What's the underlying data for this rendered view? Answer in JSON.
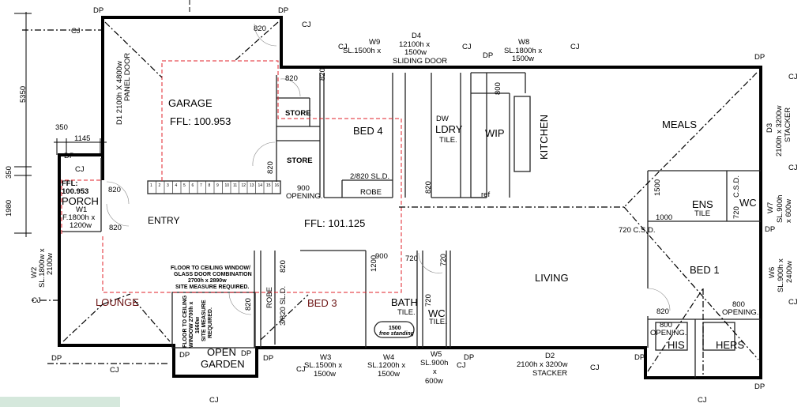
{
  "markers": {
    "dp": "DP",
    "cj": "CJ"
  },
  "dims": {
    "d5350": "5350",
    "d350a": "350",
    "d1145": "1145",
    "d350b": "350",
    "d1980": "1980"
  },
  "rooms": {
    "garage": "GARAGE",
    "garage_ffl": "FFL:  100.953",
    "store1": "STORE",
    "store2": "STORE",
    "bed4": "BED  4",
    "bed4_door": "2/820  SL.D.",
    "bed4_robe": "ROBE",
    "opening900": "900",
    "opening900_label": "OPENING.",
    "ldry": "LDRY",
    "tile": "TILE.",
    "wip": "WIP",
    "dw": "DW",
    "ref": "ref",
    "kitchen": "KITCHEN",
    "meals": "MEALS",
    "ens": "ENS",
    "ens_tile": "TILE",
    "wc": "WC",
    "ens_1500": "1500",
    "ens_1000": "1000",
    "csd720": "720  C.S.D.",
    "csd": "C.S.D.",
    "csd720b": "720",
    "entry": "ENTRY",
    "main_ffl": "FFL:  101.125",
    "porch": "PORCH",
    "porch_ffl_1": "FFL:",
    "porch_ffl_2": "100.953",
    "lounge": "LOUNGE",
    "open": "OPEN",
    "garden": "GARDEN",
    "bed3": "BED  3",
    "robe3": "ROBE",
    "bed3_door": "3/820  SL.D.",
    "bath": "BATH",
    "bath_tile": "TILE.",
    "wc2": "WC",
    "wc2_tile": "TILE.",
    "tub": "1500",
    "tub2": "free standing",
    "shower900": "900",
    "shower1200": "1200",
    "living": "LIVING",
    "bed1": "BED  1",
    "his": "HIS",
    "hers": "HERS",
    "op800a": "800",
    "op800a_l": "OPENING.",
    "op800b": "800",
    "op800b_l": "OPENING.",
    "door820": "820",
    "door720": "720",
    "door800": "800"
  },
  "openings": {
    "w9": [
      "W9",
      "SL.1500h  x"
    ],
    "d4": [
      "D4",
      "12100h  x",
      "1500w",
      "SLIDING  DOOR"
    ],
    "w8": [
      "W8",
      "SL.1800h  x",
      "1500w"
    ],
    "d3": [
      "D3",
      "2100h  x  3200w",
      "STACKER"
    ],
    "w7": [
      "W7",
      "SL.900h",
      "x  600w"
    ],
    "w6": [
      "W6",
      "SL.900h  x",
      "2400w"
    ],
    "d2": [
      "D2",
      "2100h  x  3200w",
      "STACKER"
    ],
    "w5": [
      "W5",
      "SL.900h",
      "x",
      "600w"
    ],
    "w4": [
      "W4",
      "SL.1200h  x",
      "1500w"
    ],
    "w3": [
      "W3",
      "SL.1500h  x",
      "1500w"
    ],
    "w2": [
      "W2",
      "SL.1800w  x",
      "2100w"
    ],
    "w1": [
      "W1",
      "F.1800h  x",
      "1200w"
    ],
    "d1": [
      "D1  2100h  X  4800w",
      "PANEL  DOOR"
    ]
  },
  "notes": {
    "glass": [
      "FLOOR  TO  CEILING  WINDOW/",
      "GLASS  DOOR  COMBINATION",
      "2700h  x  2890w",
      "SITE  MEASURE  REQUIRED."
    ],
    "garden_window": [
      "FLOOR TO CEILING",
      "WINDOW  2700h x",
      "1660w",
      "SITE MEASURE",
      "REQUIRED."
    ]
  },
  "stairs": [
    "1",
    "2",
    "3",
    "4",
    "5",
    "6",
    "7",
    "8",
    "9",
    "10",
    "11",
    "12",
    "13",
    "14",
    "15",
    "16"
  ],
  "colors": {
    "wall": "#000000",
    "red_line": "#e0202a",
    "watermark": "#d5e8dc"
  }
}
